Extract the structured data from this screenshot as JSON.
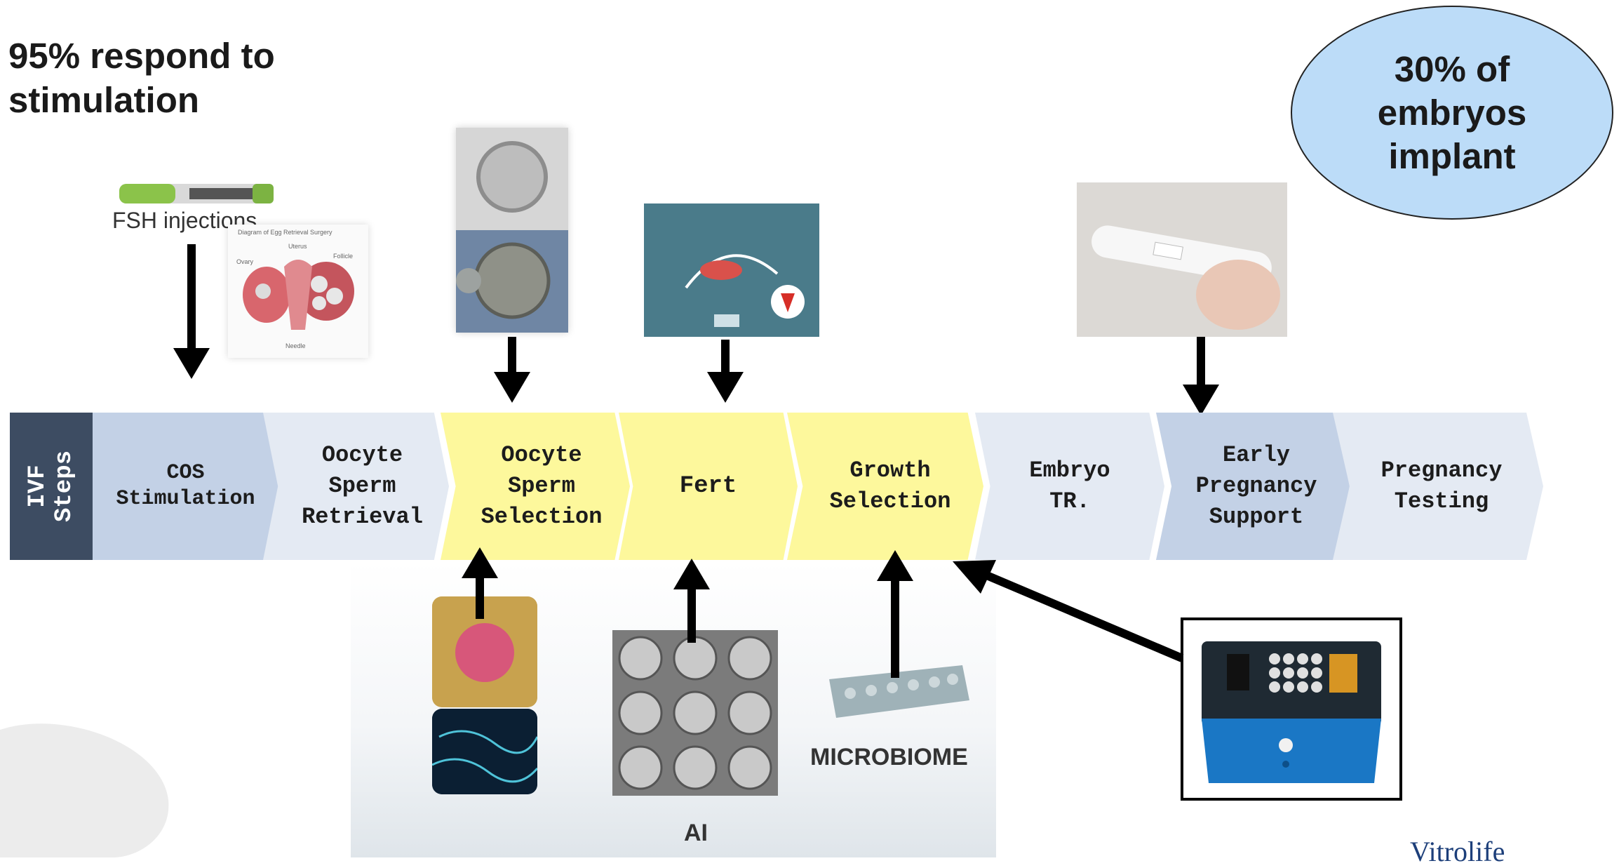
{
  "header": {
    "stimulation_text": "95% respond to stimulation",
    "implant_text": "30% of embryos implant"
  },
  "process": {
    "label": "IVF\nSteps",
    "steps": [
      {
        "label": "COS\nStimulation",
        "color": "#c3d1e6"
      },
      {
        "label": "Oocyte\nSperm\nRetrieval",
        "color": "#e4eaf3"
      },
      {
        "label": "Oocyte\nSperm\nSelection",
        "color": "#fdf89c"
      },
      {
        "label": "Fert",
        "color": "#fdf89c"
      },
      {
        "label": "Growth\nSelection",
        "color": "#fdf89c"
      },
      {
        "label": "Embryo\nTR.",
        "color": "#e4eaf3"
      },
      {
        "label": "Early\nPregnancy\nSupport",
        "color": "#c3d1e6"
      },
      {
        "label": "Pregnancy\nTesting",
        "color": "#e4eaf3"
      }
    ]
  },
  "images": {
    "fsh_caption": "FSH injections",
    "egg_retrieval_caption": "Diagram of Egg Retrieval Surgery",
    "egg_retrieval_labels": {
      "uterus": "Uterus",
      "ovary": "Ovary",
      "follicle": "Follicle",
      "needle": "Needle"
    },
    "microbiome_caption": "MICROBIOME",
    "ai_caption": "AI"
  },
  "logo": {
    "text": "Vitrolife"
  },
  "colors": {
    "step_blue": "#c3d1e6",
    "step_pale": "#e4eaf3",
    "step_yellow": "#fdf89c",
    "label_box": "#3d4c62",
    "oval_fill": "#bcdcf8"
  }
}
